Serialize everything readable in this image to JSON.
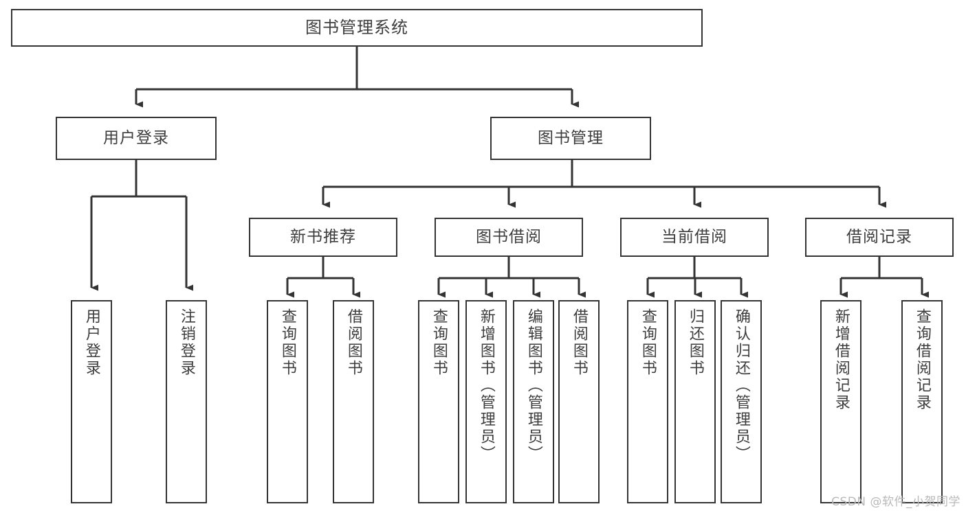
{
  "diagram": {
    "title": "图书管理系统",
    "type": "tree-hierarchy",
    "style": {
      "box_border_color": "#333333",
      "box_fill_color": "#ffffff",
      "text_color": "#3d3d3d",
      "connector_color": "#333333",
      "background": "#ffffff"
    },
    "root": {
      "label": "图书管理系统"
    },
    "level2": [
      {
        "label": "用户登录"
      },
      {
        "label": "图书管理"
      }
    ],
    "level3": [
      {
        "label": "新书推荐"
      },
      {
        "label": "图书借阅"
      },
      {
        "label": "当前借阅"
      },
      {
        "label": "借阅记录"
      }
    ],
    "leaves": {
      "user_login": [
        {
          "label": "用户登录"
        },
        {
          "label": "注销登录"
        }
      ],
      "new_book": [
        {
          "label": "查询图书"
        },
        {
          "label": "借阅图书"
        }
      ],
      "book_borrow": [
        {
          "label": "查询图书"
        },
        {
          "label": "新增图书（管理员）"
        },
        {
          "label": "编辑图书（管理员）"
        },
        {
          "label": "借阅图书"
        }
      ],
      "current_borrow": [
        {
          "label": "查询图书"
        },
        {
          "label": "归还图书"
        },
        {
          "label": "确认归还（管理员）"
        }
      ],
      "borrow_record": [
        {
          "label": "新增借阅记录"
        },
        {
          "label": "查询借阅记录"
        }
      ]
    }
  },
  "watermark": {
    "text": "CSDN @软件_小贺同学"
  }
}
